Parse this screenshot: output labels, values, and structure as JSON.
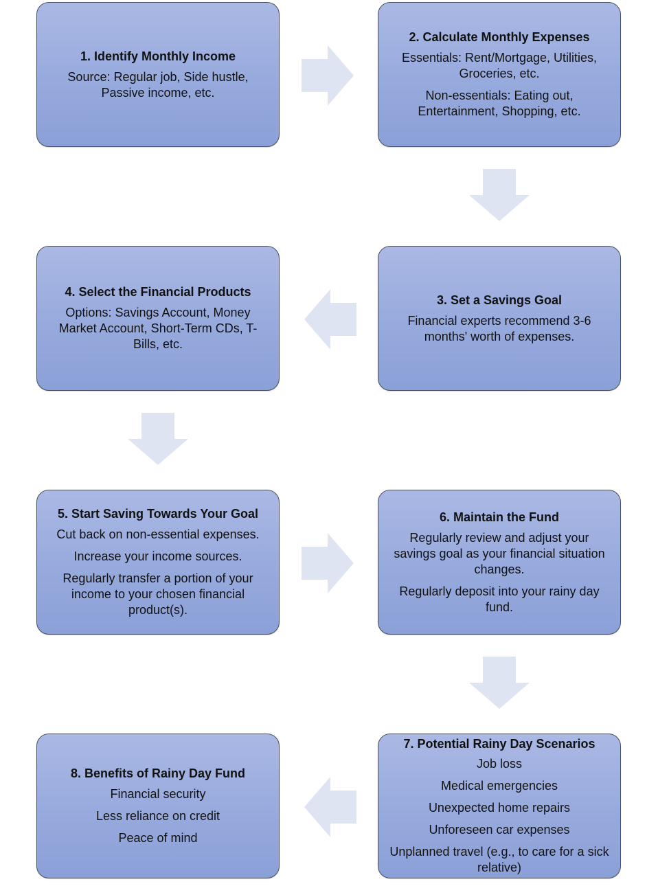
{
  "colors": {
    "box_top": "#aab8e4",
    "box_bottom": "#8ba0d8",
    "box_border": "#4a4f5a",
    "arrow_fill": "#dfe4f3"
  },
  "steps": [
    {
      "title": "1. Identify Monthly Income",
      "lines": [
        "Source: Regular job, Side hustle, Passive income, etc."
      ]
    },
    {
      "title": "2. Calculate Monthly Expenses",
      "lines": [
        "Essentials: Rent/Mortgage, Utilities, Groceries, etc.",
        "Non-essentials: Eating out, Entertainment, Shopping, etc."
      ]
    },
    {
      "title": "3. Set a Savings Goal",
      "lines": [
        "Financial experts recommend 3-6 months' worth of expenses."
      ]
    },
    {
      "title": "4. Select the Financial Products",
      "lines": [
        "Options: Savings Account, Money Market Account, Short-Term CDs, T-Bills, etc."
      ]
    },
    {
      "title": "5. Start Saving Towards Your Goal",
      "lines": [
        "Cut back on non-essential expenses.",
        "Increase your income sources.",
        "Regularly transfer a portion of your income to your chosen financial product(s)."
      ]
    },
    {
      "title": "6. Maintain the Fund",
      "lines": [
        "Regularly review and adjust your savings goal as your financial situation changes.",
        "Regularly deposit into your rainy day fund."
      ]
    },
    {
      "title": "7. Potential Rainy Day Scenarios",
      "lines": [
        "Job loss",
        "Medical emergencies",
        "Unexpected home repairs",
        "Unforeseen car expenses",
        "Unplanned travel (e.g., to care for a sick relative)"
      ]
    },
    {
      "title": "8. Benefits of Rainy Day Fund",
      "lines": [
        "Financial security",
        "Less reliance on credit",
        "Peace of mind"
      ]
    }
  ]
}
